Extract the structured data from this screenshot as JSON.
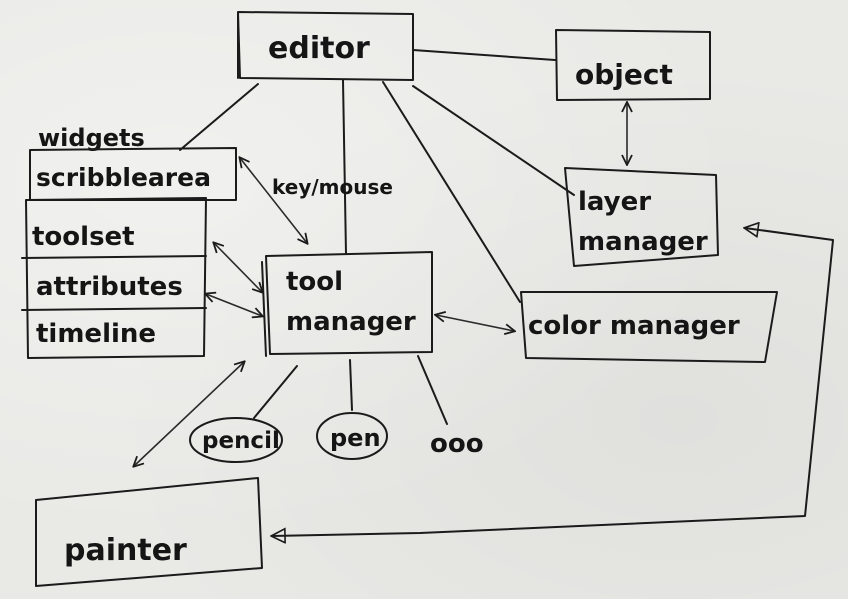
{
  "nodes": {
    "editor": "editor",
    "object": "object",
    "widgets": "widgets",
    "scribblearea": "scribblearea",
    "toolset": "toolset",
    "attributes": "attributes",
    "timeline": "timeline",
    "tool_manager_line1": "tool",
    "tool_manager_line2": "manager",
    "layer_manager_line1": "layer",
    "layer_manager_line2": "manager",
    "color_manager": "color manager",
    "pencil": "pencil",
    "pen": "pen",
    "ellipsis": "ooo",
    "painter": "painter"
  },
  "edge_labels": {
    "key_mouse": "key/mouse"
  },
  "colors": {
    "ink": "#1b1b1b",
    "paper": "#e9e9e6"
  }
}
